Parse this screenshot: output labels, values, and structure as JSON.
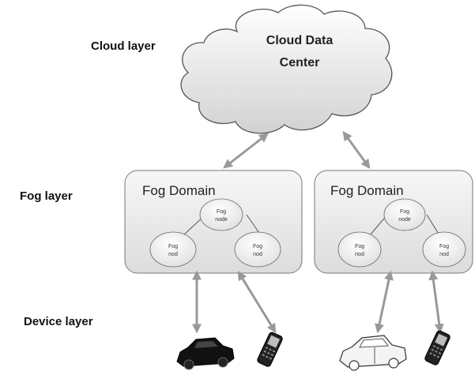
{
  "layers": {
    "cloud": "Cloud layer",
    "fog": "Fog layer",
    "device": "Device layer"
  },
  "cloud": {
    "title_line1": "Cloud Data",
    "title_line2": "Center"
  },
  "domains": [
    {
      "title": "Fog Domain",
      "top_node": [
        "Fog",
        "node"
      ],
      "left_node": [
        "Fog",
        "nod"
      ],
      "right_node": [
        "Fog",
        "nod"
      ]
    },
    {
      "title": "Fog Domain",
      "top_node": [
        "Fog",
        "node"
      ],
      "left_node": [
        "Fog",
        "nod"
      ],
      "right_node": [
        "Fog",
        "nod"
      ]
    }
  ],
  "devices": [
    {
      "icon": "car-icon",
      "color": "#111111"
    },
    {
      "icon": "mobile-phone-icon",
      "color": "#222222"
    },
    {
      "icon": "car-icon",
      "color": "#f4f4f4"
    },
    {
      "icon": "mobile-phone-icon",
      "color": "#222222"
    }
  ],
  "colors": {
    "arrow": "#999999",
    "domain_box_top": "#f7f7f7",
    "domain_box_bottom": "#dcdcdc",
    "cloud_fill_top": "#ffffff",
    "cloud_fill_bottom": "#d2d2d2"
  }
}
